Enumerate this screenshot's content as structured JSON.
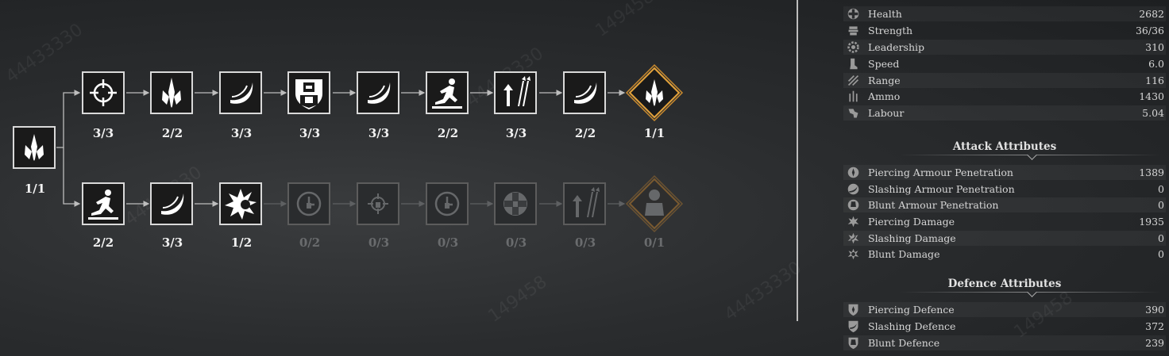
{
  "skill_tree": {
    "root": {
      "level": "1/1",
      "icon": "spear-tip-icon"
    },
    "top_row": [
      {
        "icon": "crosshair-icon",
        "level": "3/3"
      },
      {
        "icon": "spear-tip-icon",
        "level": "2/2"
      },
      {
        "icon": "slash-arc-icon",
        "level": "3/3"
      },
      {
        "icon": "knight-shield-icon",
        "level": "3/3"
      },
      {
        "icon": "slash-arc-icon",
        "level": "3/3"
      },
      {
        "icon": "charging-soldier-icon",
        "level": "2/2"
      },
      {
        "icon": "arrows-up-icon",
        "level": "3/3"
      },
      {
        "icon": "slash-arc-icon",
        "level": "2/2"
      },
      {
        "icon": "spear-tip-diamond-icon",
        "level": "1/1"
      }
    ],
    "bottom_row": [
      {
        "icon": "charging-soldier-icon",
        "level": "2/2"
      },
      {
        "icon": "slash-arc-icon",
        "level": "3/3"
      },
      {
        "icon": "burst-icon",
        "level": "1/2"
      },
      {
        "icon": "locked-clock-icon",
        "level": "0/2"
      },
      {
        "icon": "locked-crosshair-icon",
        "level": "0/3"
      },
      {
        "icon": "locked-clock-icon",
        "level": "0/3"
      },
      {
        "icon": "locked-health-icon",
        "level": "0/3"
      },
      {
        "icon": "locked-arrows-up-icon",
        "level": "0/3"
      },
      {
        "icon": "locked-knight-diamond-icon",
        "level": "0/1"
      }
    ]
  },
  "watermarks": [
    "44433330",
    "149458"
  ],
  "stats": [
    {
      "icon": "health-cross-icon",
      "label": "Health",
      "value": "2682"
    },
    {
      "icon": "strength-icon",
      "label": "Strength",
      "value": "36/36"
    },
    {
      "icon": "leadership-icon",
      "label": "Leadership",
      "value": "310"
    },
    {
      "icon": "speed-boot-icon",
      "label": "Speed",
      "value": "6.0"
    },
    {
      "icon": "range-icon",
      "label": "Range",
      "value": "116"
    },
    {
      "icon": "ammo-icon",
      "label": "Ammo",
      "value": "1430"
    },
    {
      "icon": "labour-icon",
      "label": "Labour",
      "value": "5.04"
    }
  ],
  "attack": {
    "title": "Attack Attributes",
    "items": [
      {
        "icon": "piercing-pen-icon",
        "label": "Piercing Armour Penetration",
        "value": "1389"
      },
      {
        "icon": "slashing-pen-icon",
        "label": "Slashing Armour Penetration",
        "value": "0"
      },
      {
        "icon": "blunt-pen-icon",
        "label": "Blunt Armour Penetration",
        "value": "0"
      },
      {
        "icon": "piercing-dmg-icon",
        "label": "Piercing Damage",
        "value": "1935"
      },
      {
        "icon": "slashing-dmg-icon",
        "label": "Slashing Damage",
        "value": "0"
      },
      {
        "icon": "blunt-dmg-icon",
        "label": "Blunt Damage",
        "value": "0"
      }
    ]
  },
  "defence": {
    "title": "Defence Attributes",
    "items": [
      {
        "icon": "piercing-def-icon",
        "label": "Piercing Defence",
        "value": "390"
      },
      {
        "icon": "slashing-def-icon",
        "label": "Slashing Defence",
        "value": "372"
      },
      {
        "icon": "blunt-def-icon",
        "label": "Blunt Defence",
        "value": "239"
      }
    ]
  }
}
